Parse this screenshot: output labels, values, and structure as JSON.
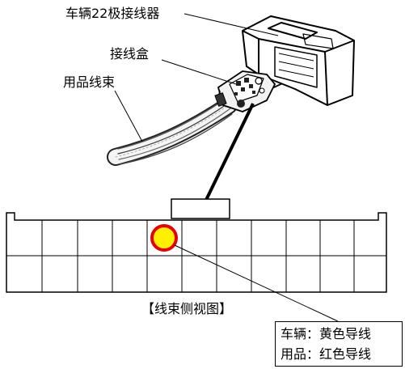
{
  "labels": {
    "vehicle_connector": "车辆22极接线器",
    "junction_box": "接线盒",
    "accessory_harness": "用品线束",
    "side_view": "【线束侧视图】"
  },
  "legend": {
    "vehicle": "车辆：黄色导线",
    "accessory": "用品：红色导线"
  },
  "colors": {
    "highlight_fill": "#ffef00",
    "highlight_ring": "#e60000",
    "leader_line": "#000000"
  }
}
